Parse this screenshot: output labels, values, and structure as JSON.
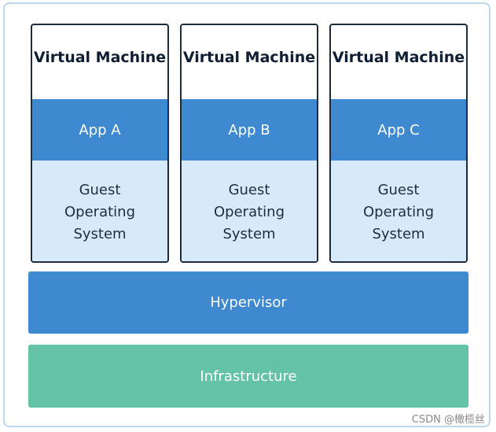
{
  "virtual_machines": [
    {
      "title": "Virtual Machine",
      "app": "App A",
      "os": "Guest\nOperating\nSystem"
    },
    {
      "title": "Virtual Machine",
      "app": "App B",
      "os": "Guest\nOperating\nSystem"
    },
    {
      "title": "Virtual Machine",
      "app": "App C",
      "os": "Guest\nOperating\nSystem"
    }
  ],
  "hypervisor": {
    "label": "Hypervisor"
  },
  "infrastructure": {
    "label": "Infrastructure"
  },
  "watermark": "CSDN @橄榄丝",
  "colors": {
    "app_blue": "#3e89d0",
    "os_light_blue": "#d7eaf9",
    "infra_green": "#64c2a6",
    "border_dark": "#1c2b3d"
  }
}
